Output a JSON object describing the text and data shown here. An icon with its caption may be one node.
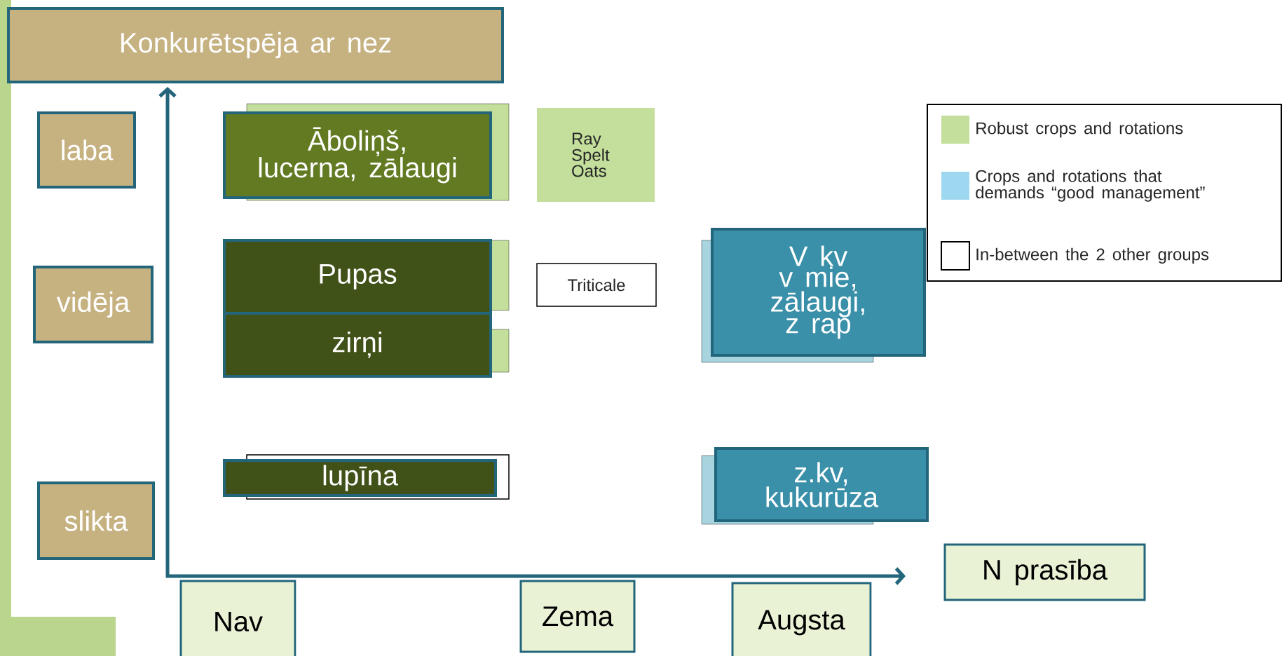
{
  "diagram": {
    "nodes": [
      {
        "text": [
          "Konkurētspēja ar nez"
        ]
      },
      {
        "text": [
          "laba"
        ]
      },
      {
        "text": [
          "Āboliņš, lucerna, zālaugi"
        ]
      },
      {
        "text": [
          "Ray Spelt Oats"
        ]
      },
      {
        "text": [
          "Pupas"
        ]
      },
      {
        "text": [
          "Triticale"
        ]
      },
      {
        "text": [
          "V kv v mie, zālaugi, z rap"
        ]
      },
      {
        "text": [
          "zirņi"
        ]
      },
      {
        "text": [
          "vidēja"
        ]
      },
      {
        "text": [
          "lupīna"
        ]
      },
      {
        "text": [
          "z.kv, kukurūza"
        ]
      },
      {
        "text": [
          "slikta"
        ]
      },
      {
        "text": [
          "N prasība"
        ]
      },
      {
        "text": [
          "Nav"
        ]
      },
      {
        "text": [
          "Zema"
        ]
      },
      {
        "text": [
          "Augsta"
        ]
      }
    ],
    "legend": [
      {
        "text": "Robust crops and rotations",
        "color": "#c3df9b"
      },
      {
        "text": "Crops and rotations that demands “good management”",
        "color": "#9ed8f0"
      },
      {
        "text": "In-between the 2 other groups"
      }
    ]
  }
}
